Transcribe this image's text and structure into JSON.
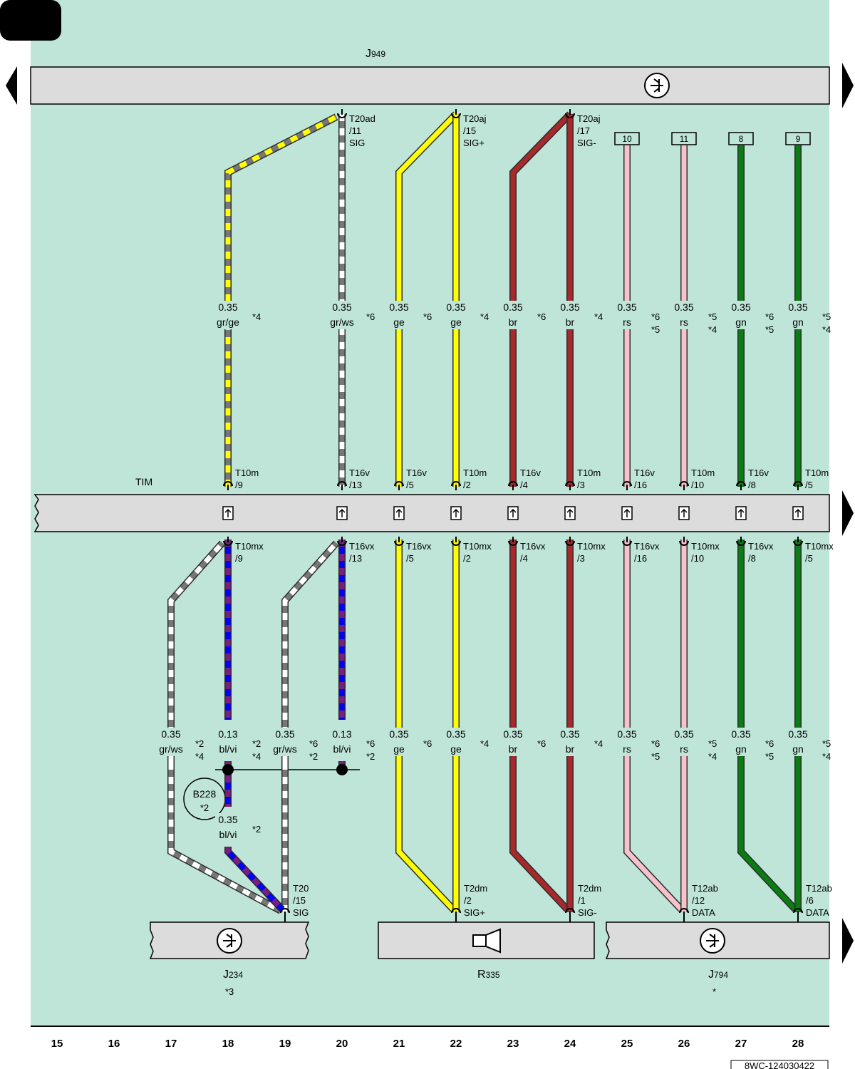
{
  "colors": {
    "background": "#bfe5d8",
    "component": "#dcdcdc",
    "ge": "#ffff00",
    "gr": "#777777",
    "ws": "#ffffff",
    "br": "#a8292c",
    "rs": "#f7c2cb",
    "gn": "#0a7d12",
    "bl": "#0000ff",
    "vi": "#7b1f7f"
  },
  "components": {
    "j949": {
      "name": "J",
      "sub": "949"
    },
    "tim": {
      "name": "TIM"
    },
    "j234": {
      "name": "J",
      "sub": "234",
      "note": "*3"
    },
    "r335": {
      "name": "R",
      "sub": "335"
    },
    "j794": {
      "name": "J",
      "sub": "794",
      "note": "*"
    },
    "b228": {
      "name": "B228",
      "note": "*2"
    }
  },
  "wires_upper": [
    {
      "column": 18,
      "size": "0.35",
      "color": "gr/ge",
      "notes": [
        "*4"
      ]
    },
    {
      "column": 20,
      "size": "0.35",
      "color": "gr/ws",
      "notes": [
        "*6"
      ]
    },
    {
      "column": 21,
      "size": "0.35",
      "color": "ge",
      "notes": [
        "*6"
      ]
    },
    {
      "column": 22,
      "size": "0.35",
      "color": "ge",
      "notes": [
        "*4"
      ]
    },
    {
      "column": 23,
      "size": "0.35",
      "color": "br",
      "notes": [
        "*6"
      ]
    },
    {
      "column": 24,
      "size": "0.35",
      "color": "br",
      "notes": [
        "*4"
      ]
    },
    {
      "column": 25,
      "size": "0.35",
      "color": "rs",
      "notes": [
        "*6",
        "*5"
      ]
    },
    {
      "column": 26,
      "size": "0.35",
      "color": "rs",
      "notes": [
        "*5",
        "*4"
      ]
    },
    {
      "column": 27,
      "size": "0.35",
      "color": "gn",
      "notes": [
        "*6",
        "*5"
      ]
    },
    {
      "column": 28,
      "size": "0.35",
      "color": "gn",
      "notes": [
        "*5",
        "*4"
      ]
    }
  ],
  "wires_lower": [
    {
      "column": 17,
      "size": "0.35",
      "color": "gr/ws",
      "notes": [
        "*2",
        "*4"
      ]
    },
    {
      "column": 18,
      "size": "0.13",
      "color": "bl/vi",
      "notes": [
        "*2",
        "*4"
      ]
    },
    {
      "column": 19,
      "size": "0.35",
      "color": "gr/ws",
      "notes": [
        "*6",
        "*2"
      ]
    },
    {
      "column": 20,
      "size": "0.13",
      "color": "bl/vi",
      "notes": [
        "*6",
        "*2"
      ]
    },
    {
      "column": 21,
      "size": "0.35",
      "color": "ge",
      "notes": [
        "*6"
      ]
    },
    {
      "column": 22,
      "size": "0.35",
      "color": "ge",
      "notes": [
        "*4"
      ]
    },
    {
      "column": 23,
      "size": "0.35",
      "color": "br",
      "notes": [
        "*6"
      ]
    },
    {
      "column": 24,
      "size": "0.35",
      "color": "br",
      "notes": [
        "*4"
      ]
    },
    {
      "column": 25,
      "size": "0.35",
      "color": "rs",
      "notes": [
        "*6",
        "*5"
      ]
    },
    {
      "column": 26,
      "size": "0.35",
      "color": "rs",
      "notes": [
        "*5",
        "*4"
      ]
    },
    {
      "column": 27,
      "size": "0.35",
      "color": "gn",
      "notes": [
        "*6",
        "*5"
      ]
    },
    {
      "column": 28,
      "size": "0.35",
      "color": "gn",
      "notes": [
        "*5",
        "*4"
      ]
    }
  ],
  "wire_b228": {
    "size": "0.35",
    "color": "bl/vi",
    "notes": [
      "*2"
    ]
  },
  "pins_j949": [
    {
      "column": 20,
      "lines": [
        "T20ad",
        "/11",
        "SIG"
      ]
    },
    {
      "column": 22,
      "lines": [
        "T20aj",
        "/15",
        "SIG+"
      ]
    },
    {
      "column": 24,
      "lines": [
        "T20aj",
        "/17",
        "SIG-"
      ]
    }
  ],
  "ref_boxes": [
    {
      "column": 25,
      "label": "10"
    },
    {
      "column": 26,
      "label": "11"
    },
    {
      "column": 27,
      "label": "8"
    },
    {
      "column": 28,
      "label": "9"
    }
  ],
  "pins_tim_top": [
    {
      "column": 18,
      "lines": [
        "T10m",
        "/9"
      ]
    },
    {
      "column": 20,
      "lines": [
        "T16v",
        "/13"
      ]
    },
    {
      "column": 21,
      "lines": [
        "T16v",
        "/5"
      ]
    },
    {
      "column": 22,
      "lines": [
        "T10m",
        "/2"
      ]
    },
    {
      "column": 23,
      "lines": [
        "T16v",
        "/4"
      ]
    },
    {
      "column": 24,
      "lines": [
        "T10m",
        "/3"
      ]
    },
    {
      "column": 25,
      "lines": [
        "T16v",
        "/16"
      ]
    },
    {
      "column": 26,
      "lines": [
        "T10m",
        "/10"
      ]
    },
    {
      "column": 27,
      "lines": [
        "T16v",
        "/8"
      ]
    },
    {
      "column": 28,
      "lines": [
        "T10m",
        "/5"
      ]
    }
  ],
  "pins_tim_bottom": [
    {
      "column": 18,
      "lines": [
        "T10mx",
        "/9"
      ]
    },
    {
      "column": 20,
      "lines": [
        "T16vx",
        "/13"
      ]
    },
    {
      "column": 21,
      "lines": [
        "T16vx",
        "/5"
      ]
    },
    {
      "column": 22,
      "lines": [
        "T10mx",
        "/2"
      ]
    },
    {
      "column": 23,
      "lines": [
        "T16vx",
        "/4"
      ]
    },
    {
      "column": 24,
      "lines": [
        "T10mx",
        "/3"
      ]
    },
    {
      "column": 25,
      "lines": [
        "T16vx",
        "/16"
      ]
    },
    {
      "column": 26,
      "lines": [
        "T10mx",
        "/10"
      ]
    },
    {
      "column": 27,
      "lines": [
        "T16vx",
        "/8"
      ]
    },
    {
      "column": 28,
      "lines": [
        "T10mx",
        "/5"
      ]
    }
  ],
  "pins_bottom": [
    {
      "column": 19,
      "lines": [
        "T20",
        "/15",
        "SIG"
      ]
    },
    {
      "column": 22,
      "lines": [
        "T2dm",
        "/2",
        "SIG+"
      ]
    },
    {
      "column": 24,
      "lines": [
        "T2dm",
        "/1",
        "SIG-"
      ]
    },
    {
      "column": 26,
      "lines": [
        "T12ab",
        "/12",
        "DATA"
      ]
    },
    {
      "column": 28,
      "lines": [
        "T12ab",
        "/6",
        "DATA"
      ]
    }
  ],
  "columns": [
    "15",
    "16",
    "17",
    "18",
    "19",
    "20",
    "21",
    "22",
    "23",
    "24",
    "25",
    "26",
    "27",
    "28"
  ],
  "doc_id": "8WC-124030422"
}
